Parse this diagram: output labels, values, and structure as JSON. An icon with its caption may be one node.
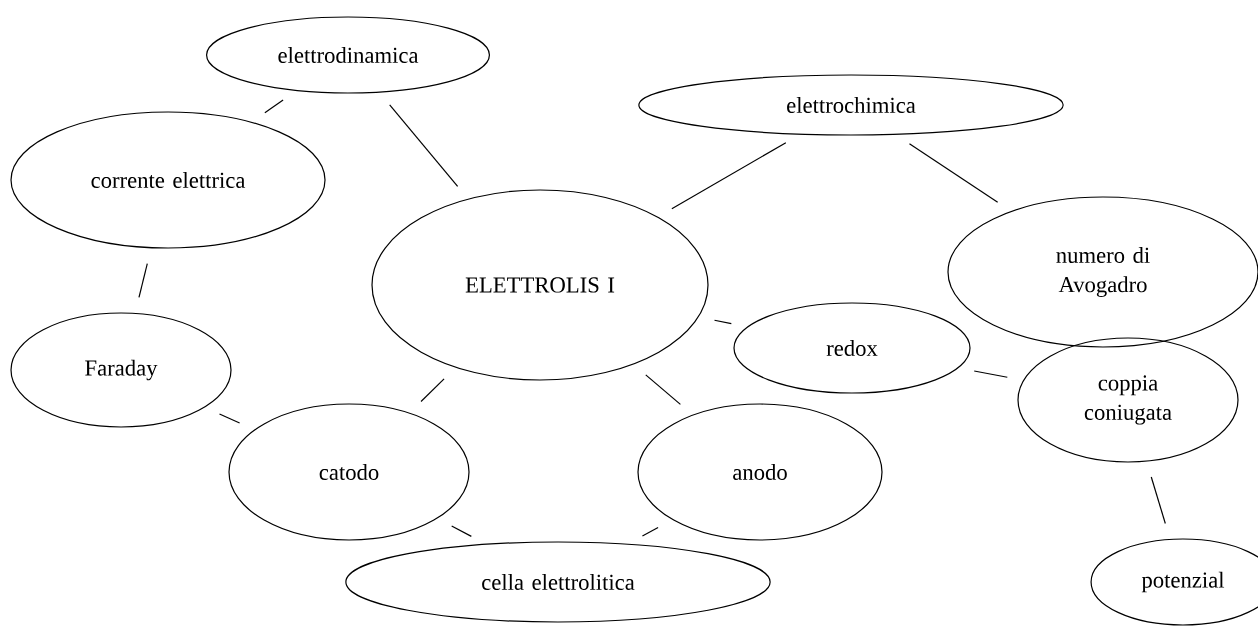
{
  "diagram": {
    "nodes": [
      {
        "text": [
          "elettrodinamica"
        ]
      },
      {
        "text": [
          "elettrochimica"
        ]
      },
      {
        "text": [
          "corrente elettrica"
        ]
      },
      {
        "text": [
          "ELETTROLIS I"
        ]
      },
      {
        "text": [
          "numero di Avogadro"
        ]
      },
      {
        "text": [
          "redox"
        ]
      },
      {
        "text": [
          "Faraday"
        ]
      },
      {
        "text": [
          "coppia coniugata"
        ]
      },
      {
        "text": [
          "catodo"
        ]
      },
      {
        "text": [
          "anodo"
        ]
      },
      {
        "text": [
          "cella elettrolitica"
        ]
      },
      {
        "text": [
          "potenzial"
        ]
      }
    ],
    "edges": [
      {
        "from": 0,
        "to": 2,
        "arrow": "none"
      },
      {
        "from": 0,
        "to": 3,
        "arrow": "none"
      },
      {
        "from": 1,
        "to": 3,
        "arrow": "none"
      },
      {
        "from": 1,
        "to": 4,
        "arrow": "none"
      },
      {
        "from": 2,
        "to": 6,
        "arrow": "none"
      },
      {
        "from": 3,
        "to": 5,
        "arrow": "none"
      },
      {
        "from": 5,
        "to": 7,
        "arrow": "none"
      },
      {
        "from": 3,
        "to": 8,
        "arrow": "none"
      },
      {
        "from": 3,
        "to": 9,
        "arrow": "none"
      },
      {
        "from": 6,
        "to": 8,
        "arrow": "none"
      },
      {
        "from": 8,
        "to": 10,
        "arrow": "none"
      },
      {
        "from": 9,
        "to": 10,
        "arrow": "none"
      },
      {
        "from": 7,
        "to": 11,
        "arrow": "none"
      }
    ]
  }
}
